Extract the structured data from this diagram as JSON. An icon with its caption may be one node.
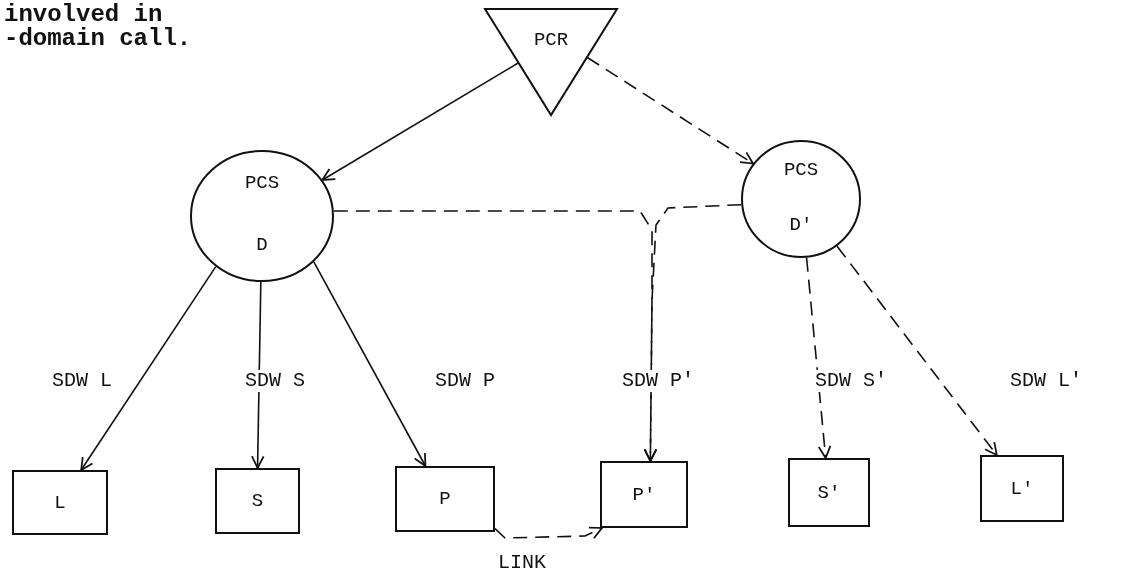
{
  "diagram": {
    "nodes": [
      {
        "text": [
          "PCR"
        ]
      },
      {
        "text": [
          "PCS",
          "D"
        ]
      },
      {
        "text": [
          "PCS",
          "D'"
        ]
      },
      {
        "text": [
          "L"
        ]
      },
      {
        "text": [
          "S"
        ]
      },
      {
        "text": [
          "P"
        ]
      },
      {
        "text": [
          "P'"
        ]
      },
      {
        "text": [
          "S'"
        ]
      },
      {
        "text": [
          "L'"
        ]
      }
    ],
    "edges": [
      {
        "from": 0,
        "to": 1,
        "arrow": "to"
      },
      {
        "from": 0,
        "to": 2,
        "arrow": "to",
        "style": "dashed"
      },
      {
        "from": 1,
        "to": 3,
        "arrow": "to",
        "label": "SDW L"
      },
      {
        "from": 1,
        "to": 4,
        "arrow": "to",
        "label": "SDW S"
      },
      {
        "from": 1,
        "to": 5,
        "arrow": "to",
        "label": "SDW P"
      },
      {
        "from": 1,
        "to": 6,
        "arrow": "to",
        "style": "dashed"
      },
      {
        "from": 2,
        "to": 6,
        "arrow": "to",
        "style": "dashed",
        "label": "SDW P'"
      },
      {
        "from": 2,
        "to": 7,
        "arrow": "to",
        "style": "dashed",
        "label": "SDW S'"
      },
      {
        "from": 2,
        "to": 8,
        "arrow": "to",
        "style": "dashed",
        "label": "SDW L'"
      },
      {
        "from": 5,
        "to": 6,
        "arrow": "to",
        "style": "dashed",
        "label": "LINK"
      }
    ],
    "labels": [
      "involved in",
      "-domain call."
    ]
  }
}
